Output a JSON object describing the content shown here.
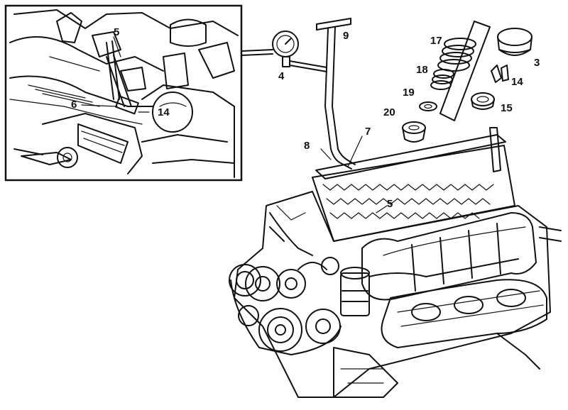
{
  "figure": {
    "inset_callouts": {
      "c5": "5",
      "c6": "6",
      "c14": "14"
    },
    "main_callouts": {
      "c3": "3",
      "c4": "4",
      "c5": "5",
      "c7": "7",
      "c8": "8",
      "c9": "9",
      "c14": "14",
      "c15": "15",
      "c17": "17",
      "c18": "18",
      "c19": "19",
      "c20": "20"
    }
  }
}
